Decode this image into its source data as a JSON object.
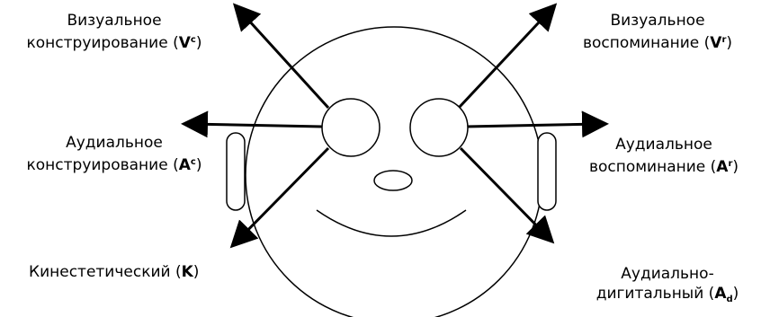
{
  "labels": {
    "visual_constructed": {
      "line1": "Визуальное",
      "line2_pre": "конструирование (",
      "letter": "V",
      "mark": "c",
      "close": ")"
    },
    "visual_remembered": {
      "line1": "Визуальное",
      "line2_pre": "воспоминание (",
      "letter": "V",
      "mark": "r",
      "close": ")"
    },
    "auditory_constructed": {
      "line1": "Аудиальное",
      "line2_pre": "конструирование (",
      "letter": "A",
      "mark": "c",
      "close": ")"
    },
    "auditory_remembered": {
      "line1": "Аудиальное",
      "line2_pre": "воспоминание (",
      "letter": "A",
      "mark": "r",
      "close": ")"
    },
    "kinesthetic": {
      "line1_pre": "Кинестетический (",
      "letter": "K",
      "close": ")"
    },
    "auditory_digital": {
      "line1": "Аудиально-",
      "line2_pre": "дигитальный (",
      "letter": "A",
      "mark": "d",
      "close": ")"
    }
  }
}
